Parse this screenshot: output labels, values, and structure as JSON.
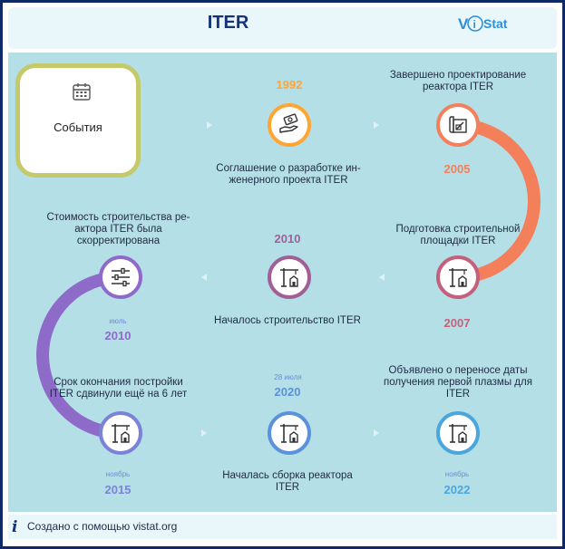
{
  "header": {
    "title": "ITER",
    "logo_text": "Stat",
    "logo_letters": "V i"
  },
  "box": {
    "label": "События"
  },
  "events": [
    {
      "year": "1992",
      "sub": "",
      "text": "Соглашение о разработке ин-\nженерного проекта ITER",
      "icon": "money-hand-icon",
      "color": "#ffa531"
    },
    {
      "year": "2005",
      "sub": "",
      "text": "Завершено проектирование\nреактора ITER",
      "icon": "blueprint-icon",
      "color": "#f47f5b"
    },
    {
      "year": "2007",
      "sub": "",
      "text": "Подготовка строительной\nплощадки ITER",
      "icon": "construction-crane-icon",
      "color": "#c4607c"
    },
    {
      "year": "2010",
      "sub": "",
      "text": "Началось строительство ITER",
      "icon": "construction-crane-icon",
      "color": "#a15f97"
    },
    {
      "year": "2010",
      "sub": "июль",
      "text": "Стоимость строительства ре-\nактора ITER была\nскорректирована",
      "icon": "sliders-icon",
      "color": "#8e6bc9"
    },
    {
      "year": "2015",
      "sub": "ноябрь",
      "text": "Срок окончания постройки\nITER сдвинули ещё на 6 лет",
      "icon": "construction-crane-icon",
      "color": "#7b83d8"
    },
    {
      "year": "2020",
      "sub": "28 июля",
      "text": "Началась сборка реактора\nITER",
      "icon": "construction-crane-icon",
      "color": "#5b92dc"
    },
    {
      "year": "2022",
      "sub": "ноябрь",
      "text": "Объявлено о переносе даты\nполучения первой плазмы для\nITER",
      "icon": "construction-crane-icon",
      "color": "#4ba6dc"
    }
  ],
  "colors": {
    "frame": "#0d2a66",
    "panel": "#b5dfe6",
    "title": "#16337a"
  },
  "footer": {
    "icon": "i",
    "text": "Создано с помощью vistat.org"
  }
}
